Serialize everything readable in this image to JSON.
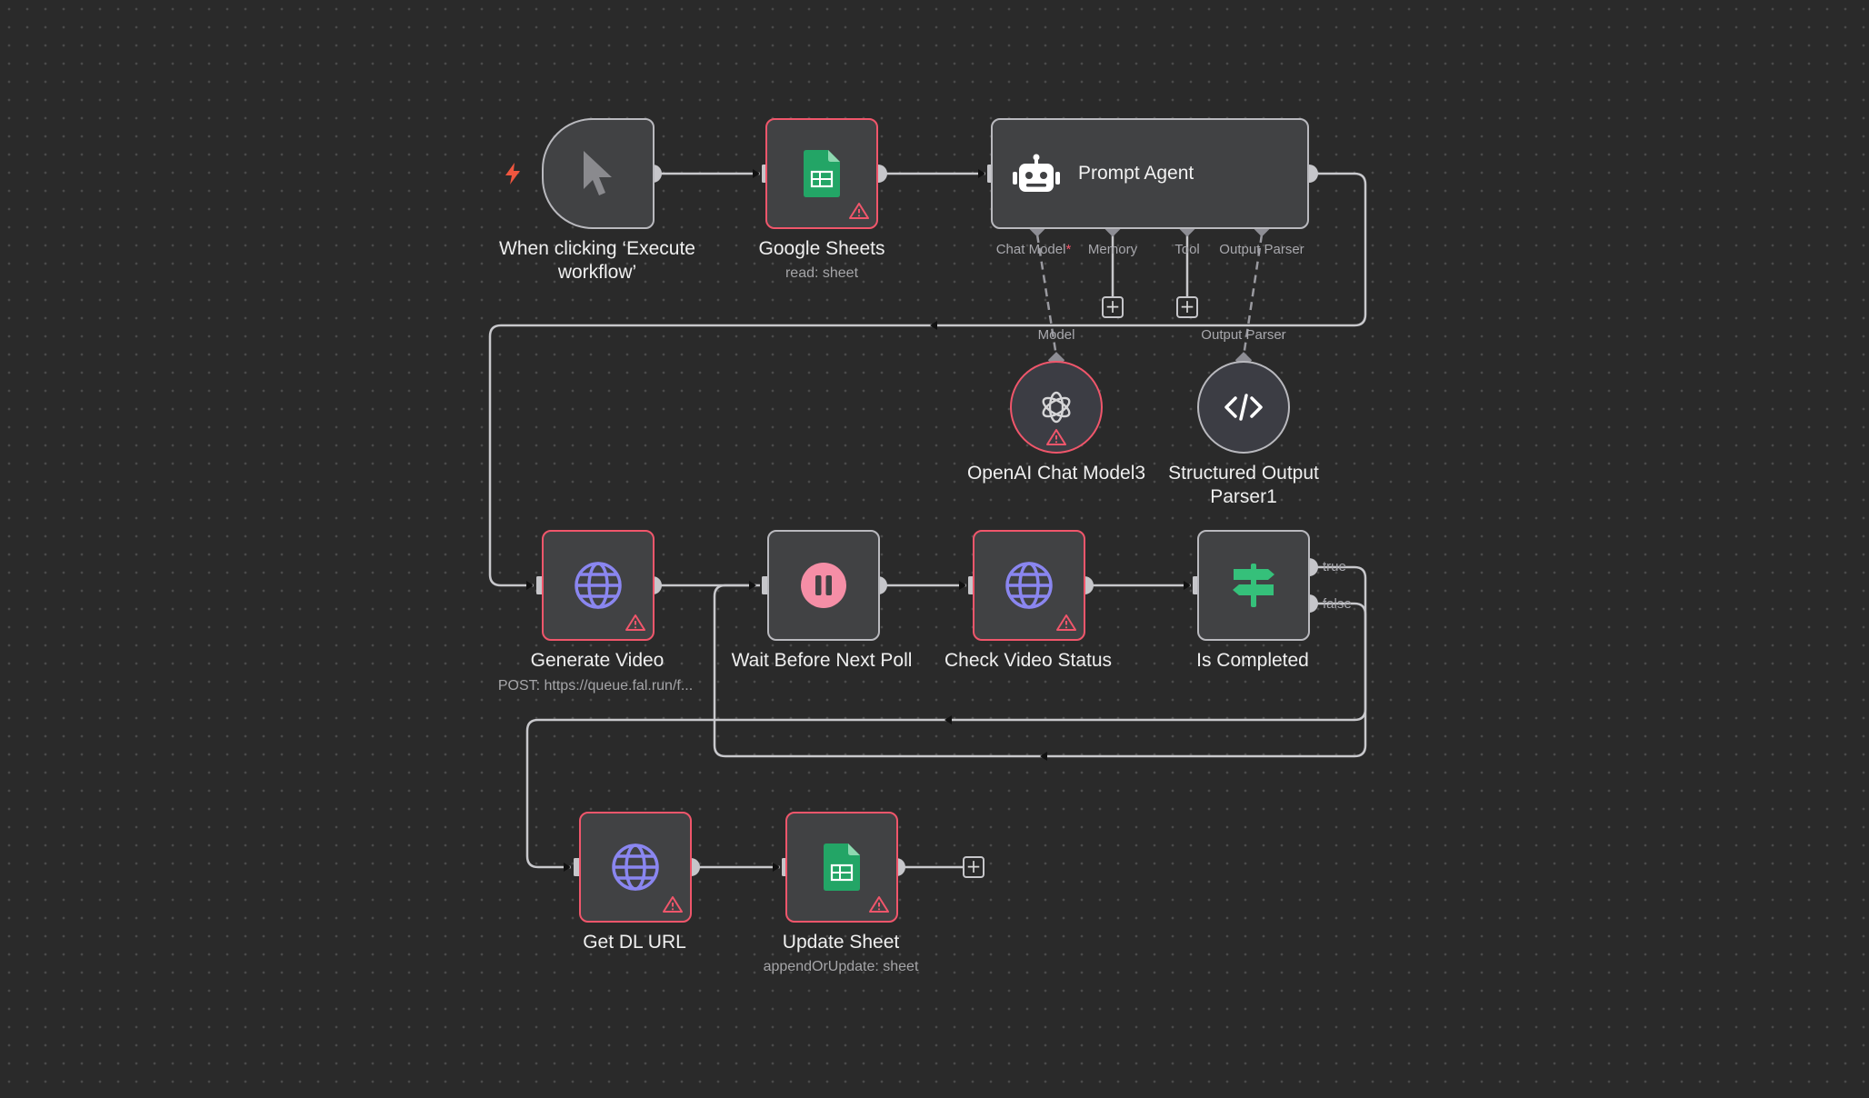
{
  "nodes": {
    "trigger": {
      "label": "When clicking ‘Execute workflow’"
    },
    "google_sheets": {
      "label": "Google Sheets",
      "subtitle": "read: sheet"
    },
    "prompt_agent": {
      "label": "Prompt Agent",
      "ports": {
        "chat_model": "Chat Model",
        "required_mark": "*",
        "memory": "Memory",
        "tool": "Tool",
        "output_parser": "Output Parser"
      }
    },
    "openai_chat_model": {
      "label": "OpenAI Chat Model3",
      "port_label": "Model"
    },
    "structured_output_parser": {
      "label": "Structured Output Parser1",
      "port_label": "Output Parser"
    },
    "generate_video": {
      "label": "Generate Video",
      "subtitle": "POST: https://queue.fal.run/f..."
    },
    "wait_before_next_poll": {
      "label": "Wait Before Next Poll"
    },
    "check_video_status": {
      "label": "Check Video Status"
    },
    "is_completed": {
      "label": "Is Completed",
      "outputs": {
        "true": "true",
        "false": "false"
      }
    },
    "get_dl_url": {
      "label": "Get DL URL"
    },
    "update_sheet": {
      "label": "Update Sheet",
      "subtitle": "appendOrUpdate: sheet"
    }
  },
  "buttons": {
    "add_symbol": "+"
  },
  "icons": {
    "trigger": "cursor-icon",
    "sheets": "google-sheets-icon",
    "agent": "robot-icon",
    "openai": "openai-icon",
    "parser": "code-icon",
    "http": "globe-icon",
    "wait": "pause-icon",
    "if": "signpost-icon",
    "warning": "warning-icon",
    "bolt": "lightning-icon"
  },
  "colors": {
    "background": "#2a2a2a",
    "node_fill": "#414244",
    "node_border": "#b9b9be",
    "error_border": "#f0566b",
    "sheets_green": "#23a566",
    "globe_purple": "#8a86f0",
    "pause_pink": "#f58ea6",
    "if_green": "#35c07a",
    "bolt_orange": "#f0563f"
  }
}
